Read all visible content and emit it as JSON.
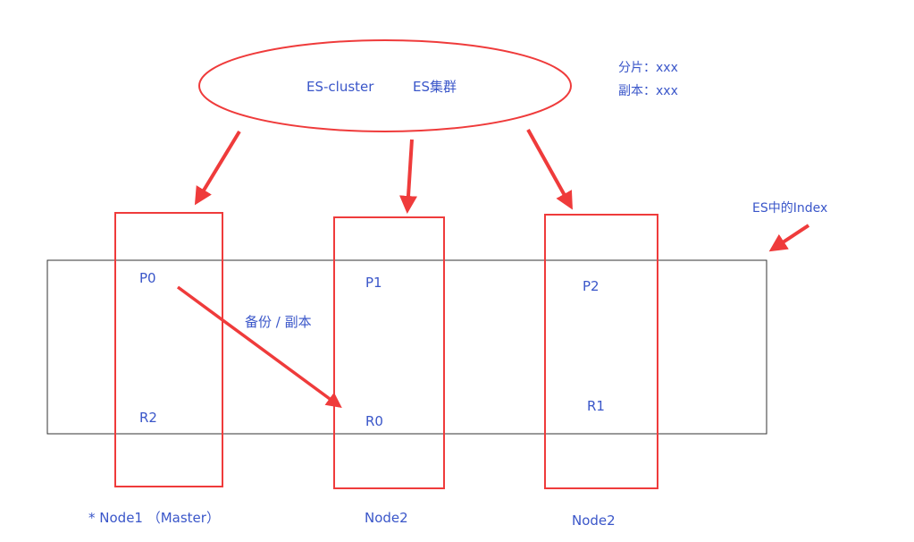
{
  "cluster": {
    "label": "ES-cluster",
    "label_cn": "ES集群"
  },
  "settings": {
    "shards": "分片：xxx",
    "replicas": "副本：xxx"
  },
  "index_label": "ES中的Index",
  "backup_label": "备份 / 副本",
  "nodes": [
    {
      "label": "* Node1 （Master）",
      "top_shard": "P0",
      "bottom_shard": "R2"
    },
    {
      "label": "Node2",
      "top_shard": "P1",
      "bottom_shard": "R0"
    },
    {
      "label": "Node2",
      "top_shard": "P2",
      "bottom_shard": "R1"
    }
  ],
  "colors": {
    "red": "#ef3b3b",
    "blue": "#3a56c9",
    "index_border": "#333333"
  }
}
